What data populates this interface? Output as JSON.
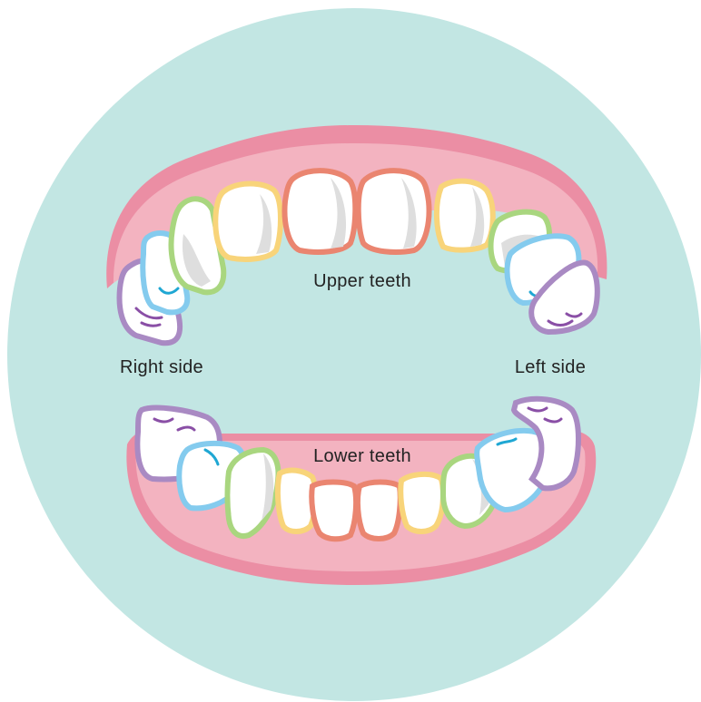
{
  "labels": {
    "upper": "Upper teeth",
    "lower": "Lower teeth",
    "right": "Right side",
    "left": "Left side"
  },
  "colors": {
    "background_circle": "#c2e6e3",
    "gum_light": "#f3b3c0",
    "gum_dark": "#eb8ea4",
    "incisor_central": "#ea8570",
    "incisor_lateral": "#f8d47a",
    "canine": "#a9d67f",
    "premolar": "#84cbee",
    "molar": "#a98ac3",
    "accent_blue": "#1fa7d3",
    "accent_purple": "#8a4fa6"
  }
}
